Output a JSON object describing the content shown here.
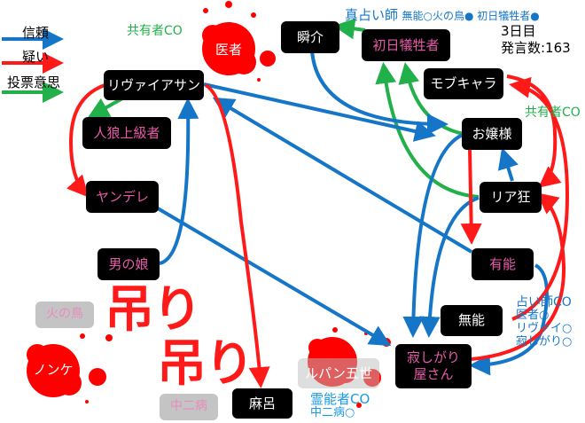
{
  "legend": {
    "items": [
      {
        "label": "信頼",
        "color": "#1576c8"
      },
      {
        "label": "疑い",
        "color": "#ff1a1a"
      },
      {
        "label": "投票意思",
        "color": "#22b04b"
      }
    ]
  },
  "colors": {
    "trust": "#1576c8",
    "doubt": "#ff1a1a",
    "vote": "#22b04b",
    "node_bg": "#000000",
    "pink_text": "#e85aa8",
    "blood": "#ff0000"
  },
  "info": {
    "day": "3日目",
    "post_count": "発言数:163"
  },
  "annotations": {
    "seer_header": "真占い師",
    "seer_results": "無能○火の鳥● 初日犠牲者●",
    "co_shared_1": "共有者CO",
    "co_shared_2": "共有者CO",
    "seer_co": [
      "占い師CO",
      "医者○",
      "リヴァイ○",
      "寂しがり○"
    ],
    "medium_co": [
      "霊能者CO",
      "中二病○"
    ]
  },
  "hanged_label": "吊り",
  "nodes": {
    "leviathan": "リヴァイアサン",
    "shunsuke": "瞬介",
    "first_victim": "初日犠牲者",
    "mob": "モブキャラ",
    "ojousama": "お嬢様",
    "riakyou": "リア狂",
    "jinro": "人狼上級者",
    "yandere": "ヤンデレ",
    "otokonoko": "男の娘",
    "yuunou": "有能",
    "munou": "無能",
    "sabishigari": "寂しがり屋さん",
    "maro": "麻呂",
    "doctor": "医者",
    "nonke": "ノンケ",
    "lupin": "ルパン五世",
    "hinotori": "火の鳥",
    "chuunibyou": "中二病"
  }
}
